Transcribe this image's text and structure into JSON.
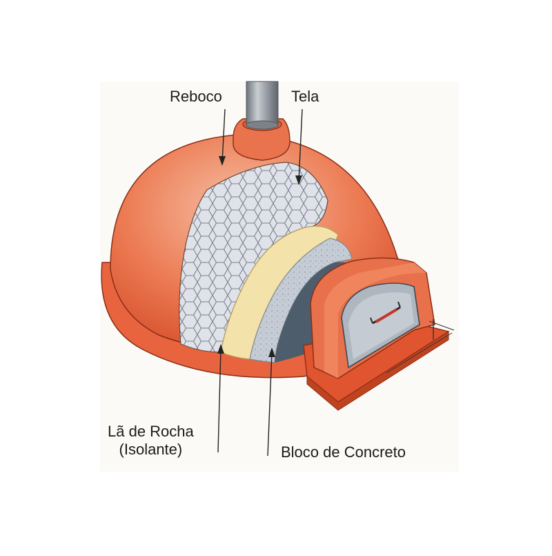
{
  "labels": {
    "reboco": "Reboco",
    "tela": "Tela",
    "la_de_rocha": "Lã de Rocha",
    "isolante": "(Isolante)",
    "bloco": "Bloco de Concreto"
  },
  "colors": {
    "plaster": "#e5603a",
    "plaster_light": "#f2a98a",
    "mesh": "#dde0e6",
    "insulation": "#f2e2a8",
    "concrete": "#c3cad3",
    "interior": "#4e5d6c",
    "chimney": "#8f959c"
  }
}
